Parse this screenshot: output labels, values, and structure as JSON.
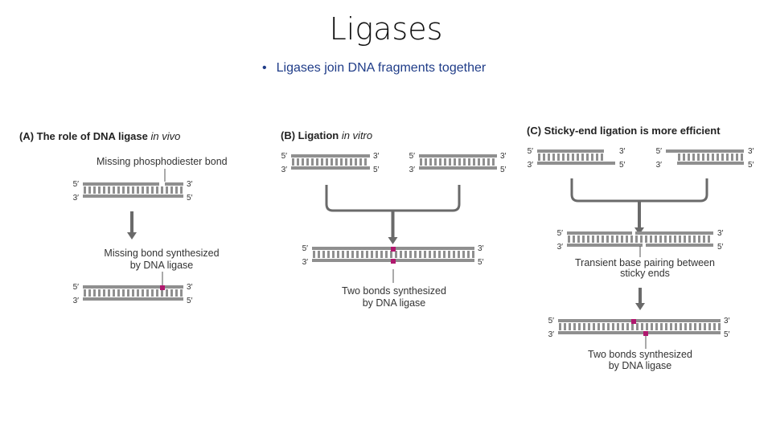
{
  "slide": {
    "title": "Ligases",
    "bullet": "Ligases join DNA fragments together"
  },
  "panel_a": {
    "tag": "(A) The role of DNA ligase ",
    "tag_italic": "in vivo",
    "missing_label": "Missing phosphodiester bond",
    "synth_label_1": "Missing bond synthesized",
    "synth_label_2": "by DNA ligase"
  },
  "panel_b": {
    "tag": "(B) Ligation ",
    "tag_italic": "in vitro",
    "synth_label_1": "Two bonds synthesized",
    "synth_label_2": "by DNA ligase"
  },
  "panel_c": {
    "tag": "(C) Sticky-end ligation is more efficient",
    "transient_label_1": "Transient base pairing between",
    "transient_label_2": "sticky ends",
    "synth_label_1": "Two bonds synthesized",
    "synth_label_2": "by DNA ligase"
  },
  "ends": {
    "five": "5′",
    "three": "3′"
  },
  "colors": {
    "strand": "#8f8f8f",
    "bond": "#b0186e",
    "bullet_text": "#1f3c88",
    "arrow": "#6a6a6a"
  }
}
